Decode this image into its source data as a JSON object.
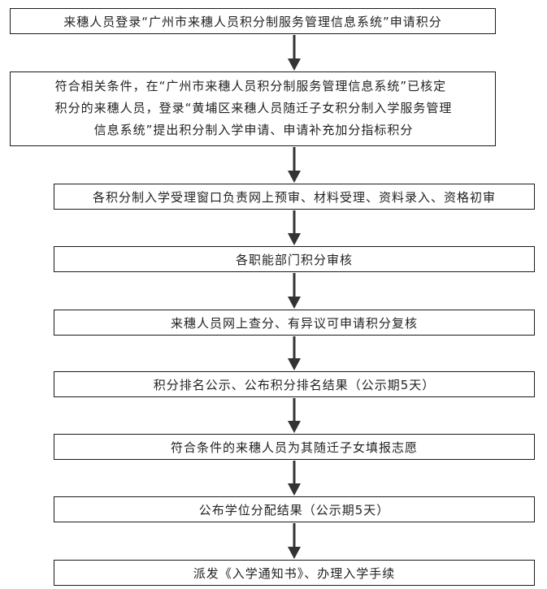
{
  "steps": [
    {
      "text": "来穗人员登录“广州市来穗人员积分制服务管理信息系统”申请积分"
    },
    {
      "lines": [
        "符合相关条件，在“广州市来穗人员积分制服务管理信息系统”已核定",
        "积分的来穗人员，登录“黄埔区来穗人员随迁子女积分制入学服务管理",
        "信息系统”提出积分制入学申请、申请补充加分指标积分"
      ]
    },
    {
      "text": "各积分制入学受理窗口负责网上预审、材料受理、资料录入、资格初审"
    },
    {
      "text": "各职能部门积分审核"
    },
    {
      "text": "来穗人员网上查分、有异议可申请积分复核"
    },
    {
      "text": "积分排名公示、公布积分排名结果（公示期5天）"
    },
    {
      "text": "符合条件的来穗人员为其随迁子女填报志愿"
    },
    {
      "text": "公布学位分配结果（公示期5天）"
    },
    {
      "text": "派发《入学通知书》、办理入学手续"
    }
  ],
  "colors": {
    "line": "#1a1a1a",
    "arrow": "#333333"
  }
}
